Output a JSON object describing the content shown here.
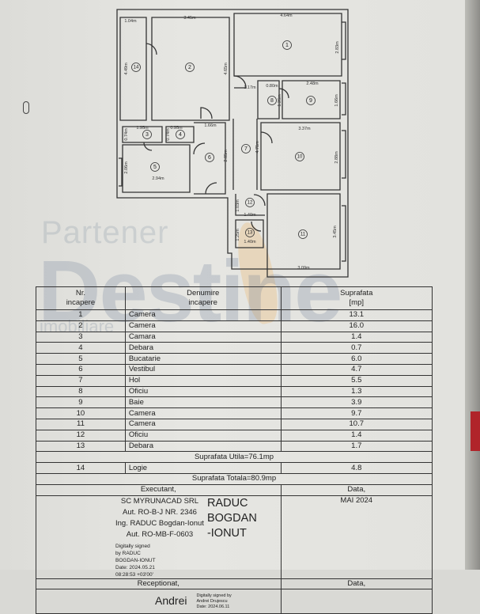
{
  "watermark": {
    "line1": "Partener",
    "line2": "Destine",
    "line3": "imobiliare"
  },
  "plan": {
    "rooms": [
      "1",
      "2",
      "3",
      "4",
      "5",
      "6",
      "7",
      "8",
      "9",
      "10",
      "11",
      "12",
      "13",
      "14"
    ],
    "dims": {
      "d104": "1.04m",
      "d345a": "3.45m",
      "d464": "4.64m",
      "d283": "2.83m",
      "d449": "4.49m",
      "d465": "4.65m",
      "d117": "1.17m",
      "d080": "0.80m",
      "d248": "2.48m",
      "d126": "1.26m",
      "d166v": "1.66m",
      "d195": "1.95m",
      "d095": "0.95m",
      "d074a": "0.74m",
      "d074b": "0.74m",
      "d166": "1.66m",
      "d337": "3.37m",
      "d471": "4.71m",
      "d206": "2.06m",
      "d294": "2.94m",
      "d285": "2.85m",
      "d288": "2.88m",
      "d103": "1.03m",
      "d140a": "1.40m",
      "d125": "1.25m",
      "d140b": "1.40m",
      "d345b": "3.45m",
      "d309": "3.09m"
    }
  },
  "table": {
    "headers": {
      "nr_1": "Nr.",
      "nr_2": "incapere",
      "name_1": "Denumire",
      "name_2": "incapere",
      "area_1": "Suprafata",
      "area_2": "[mp]"
    },
    "rows": [
      {
        "nr": "1",
        "name": "Camera",
        "area": "13.1"
      },
      {
        "nr": "2",
        "name": "Camera",
        "area": "16.0"
      },
      {
        "nr": "3",
        "name": "Camara",
        "area": "1.4"
      },
      {
        "nr": "4",
        "name": "Debara",
        "area": "0.7"
      },
      {
        "nr": "5",
        "name": "Bucatarie",
        "area": "6.0"
      },
      {
        "nr": "6",
        "name": "Vestibul",
        "area": "4.7"
      },
      {
        "nr": "7",
        "name": "Hol",
        "area": "5.5"
      },
      {
        "nr": "8",
        "name": "Oficiu",
        "area": "1.3"
      },
      {
        "nr": "9",
        "name": "Baie",
        "area": "3.9"
      },
      {
        "nr": "10",
        "name": "Camera",
        "area": "9.7"
      },
      {
        "nr": "11",
        "name": "Camera",
        "area": "10.7"
      },
      {
        "nr": "12",
        "name": "Oficiu",
        "area": "1.4"
      },
      {
        "nr": "13",
        "name": "Debara",
        "area": "1.7"
      }
    ],
    "useful_area": "Suprafata Utila=76.1mp",
    "logia": {
      "nr": "14",
      "name": "Logie",
      "area": "4.8"
    },
    "total_area": "Suprafata Totala=80.9mp",
    "executant_label": "Executant,",
    "date_label": "Data,",
    "executant": {
      "line1": "SC MYRUNACAD SRL",
      "line2": "Aut. RO-B-J NR. 2346",
      "line3": "Ing. RADUC Bogdan-Ionut",
      "line4": "Aut. RO-MB-F-0603",
      "sig1": "RADUC",
      "sig2": "BOGDAN",
      "sig3": "-IONUT",
      "dsig1": "Digitally signed",
      "dsig2": "by RADUC",
      "dsig3": "BOGDAN-IONUT",
      "dsig4": "Date: 2024.05.21",
      "dsig5": "08:28:53 +03'00'"
    },
    "executant_date": "MAI 2024",
    "receptionat_label": "Receptionat,",
    "receptionat_date_label": "Data,",
    "receptionat": {
      "name": "Andrei",
      "dsig1": "Digitally signed by",
      "dsig2": "Andrei Drujescu",
      "dsig3": "Date: 2024.06.11"
    }
  }
}
